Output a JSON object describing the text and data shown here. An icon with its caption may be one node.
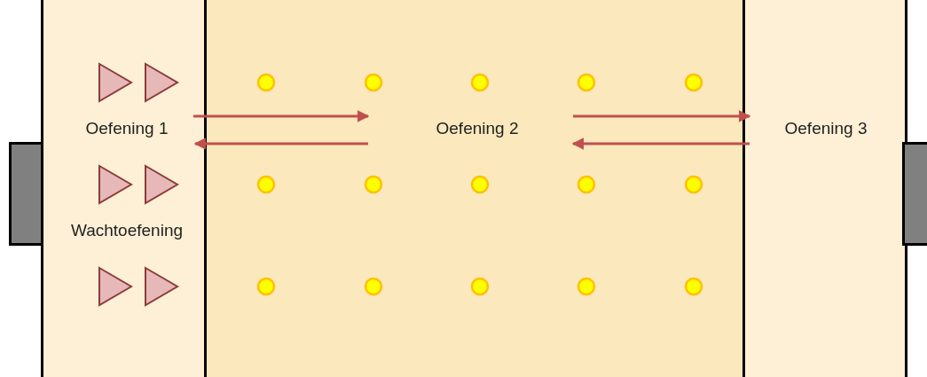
{
  "diagram": {
    "nodes": [
      {
        "text": [
          "Oefening 1",
          "Wachtoefening"
        ]
      },
      {
        "text": [
          "Oefening 2"
        ]
      },
      {
        "text": [
          "Oefening 3"
        ]
      },
      {
        "text": [],
        "shape": "box"
      },
      {
        "text": [],
        "shape": "box"
      }
    ],
    "edges": [
      {
        "from": 0,
        "to": 1,
        "arrow": "to"
      },
      {
        "from": 1,
        "to": 0,
        "arrow": "to"
      },
      {
        "from": 1,
        "to": 2,
        "arrow": "to"
      },
      {
        "from": 2,
        "to": 1,
        "arrow": "to"
      }
    ]
  }
}
